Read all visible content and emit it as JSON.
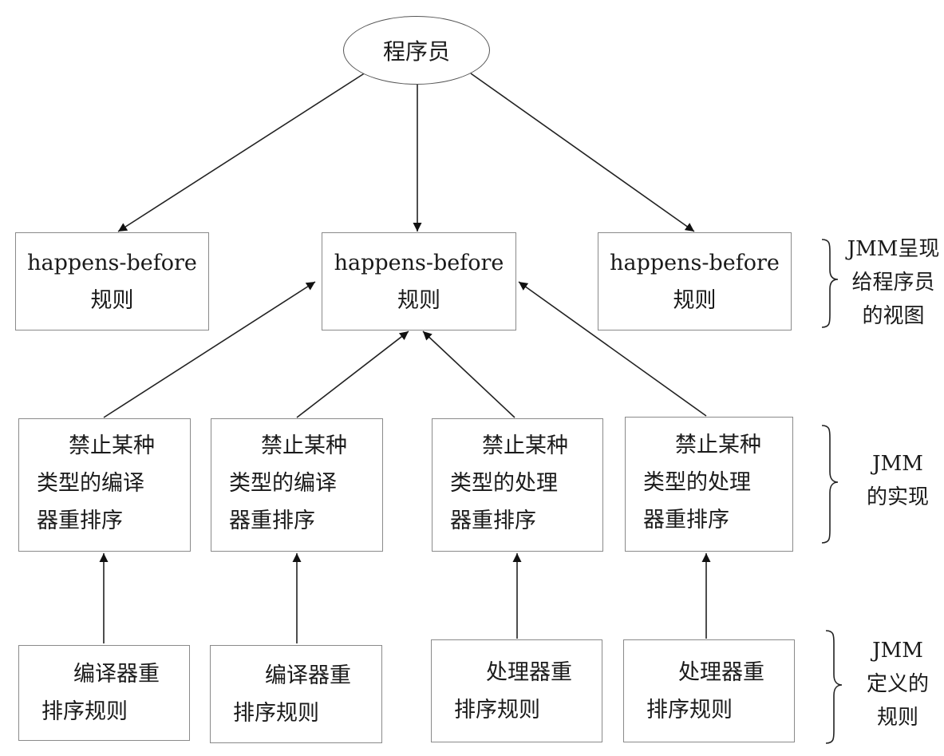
{
  "programmer": {
    "label": "程序员"
  },
  "rules": [
    {
      "line1": "happens-before",
      "line2": "规则"
    },
    {
      "line1": "happens-before",
      "line2": "规则"
    },
    {
      "line1": "happens-before",
      "line2": "规则"
    }
  ],
  "implementations": [
    {
      "line1": "禁止某种",
      "line2": "类型的编译",
      "line3": "器重排序"
    },
    {
      "line1": "禁止某种",
      "line2": "类型的编译",
      "line3": "器重排序"
    },
    {
      "line1": "禁止某种",
      "line2": "类型的处理",
      "line3": "器重排序"
    },
    {
      "line1": "禁止某种",
      "line2": "类型的处理",
      "line3": "器重排序"
    }
  ],
  "definitions": [
    {
      "line1": "编译器重",
      "line2": "排序规则"
    },
    {
      "line1": "编译器重",
      "line2": "排序规则"
    },
    {
      "line1": "处理器重",
      "line2": "排序规则"
    },
    {
      "line1": "处理器重",
      "line2": "排序规则"
    }
  ],
  "side_labels": {
    "view": {
      "line1": "JMM呈现",
      "line2": "给程序员",
      "line3": "的视图"
    },
    "impl": {
      "line1": "JMM",
      "line2": "的实现"
    },
    "rules": {
      "line1": "JMM",
      "line2": "定义的",
      "line3": "规则"
    }
  }
}
